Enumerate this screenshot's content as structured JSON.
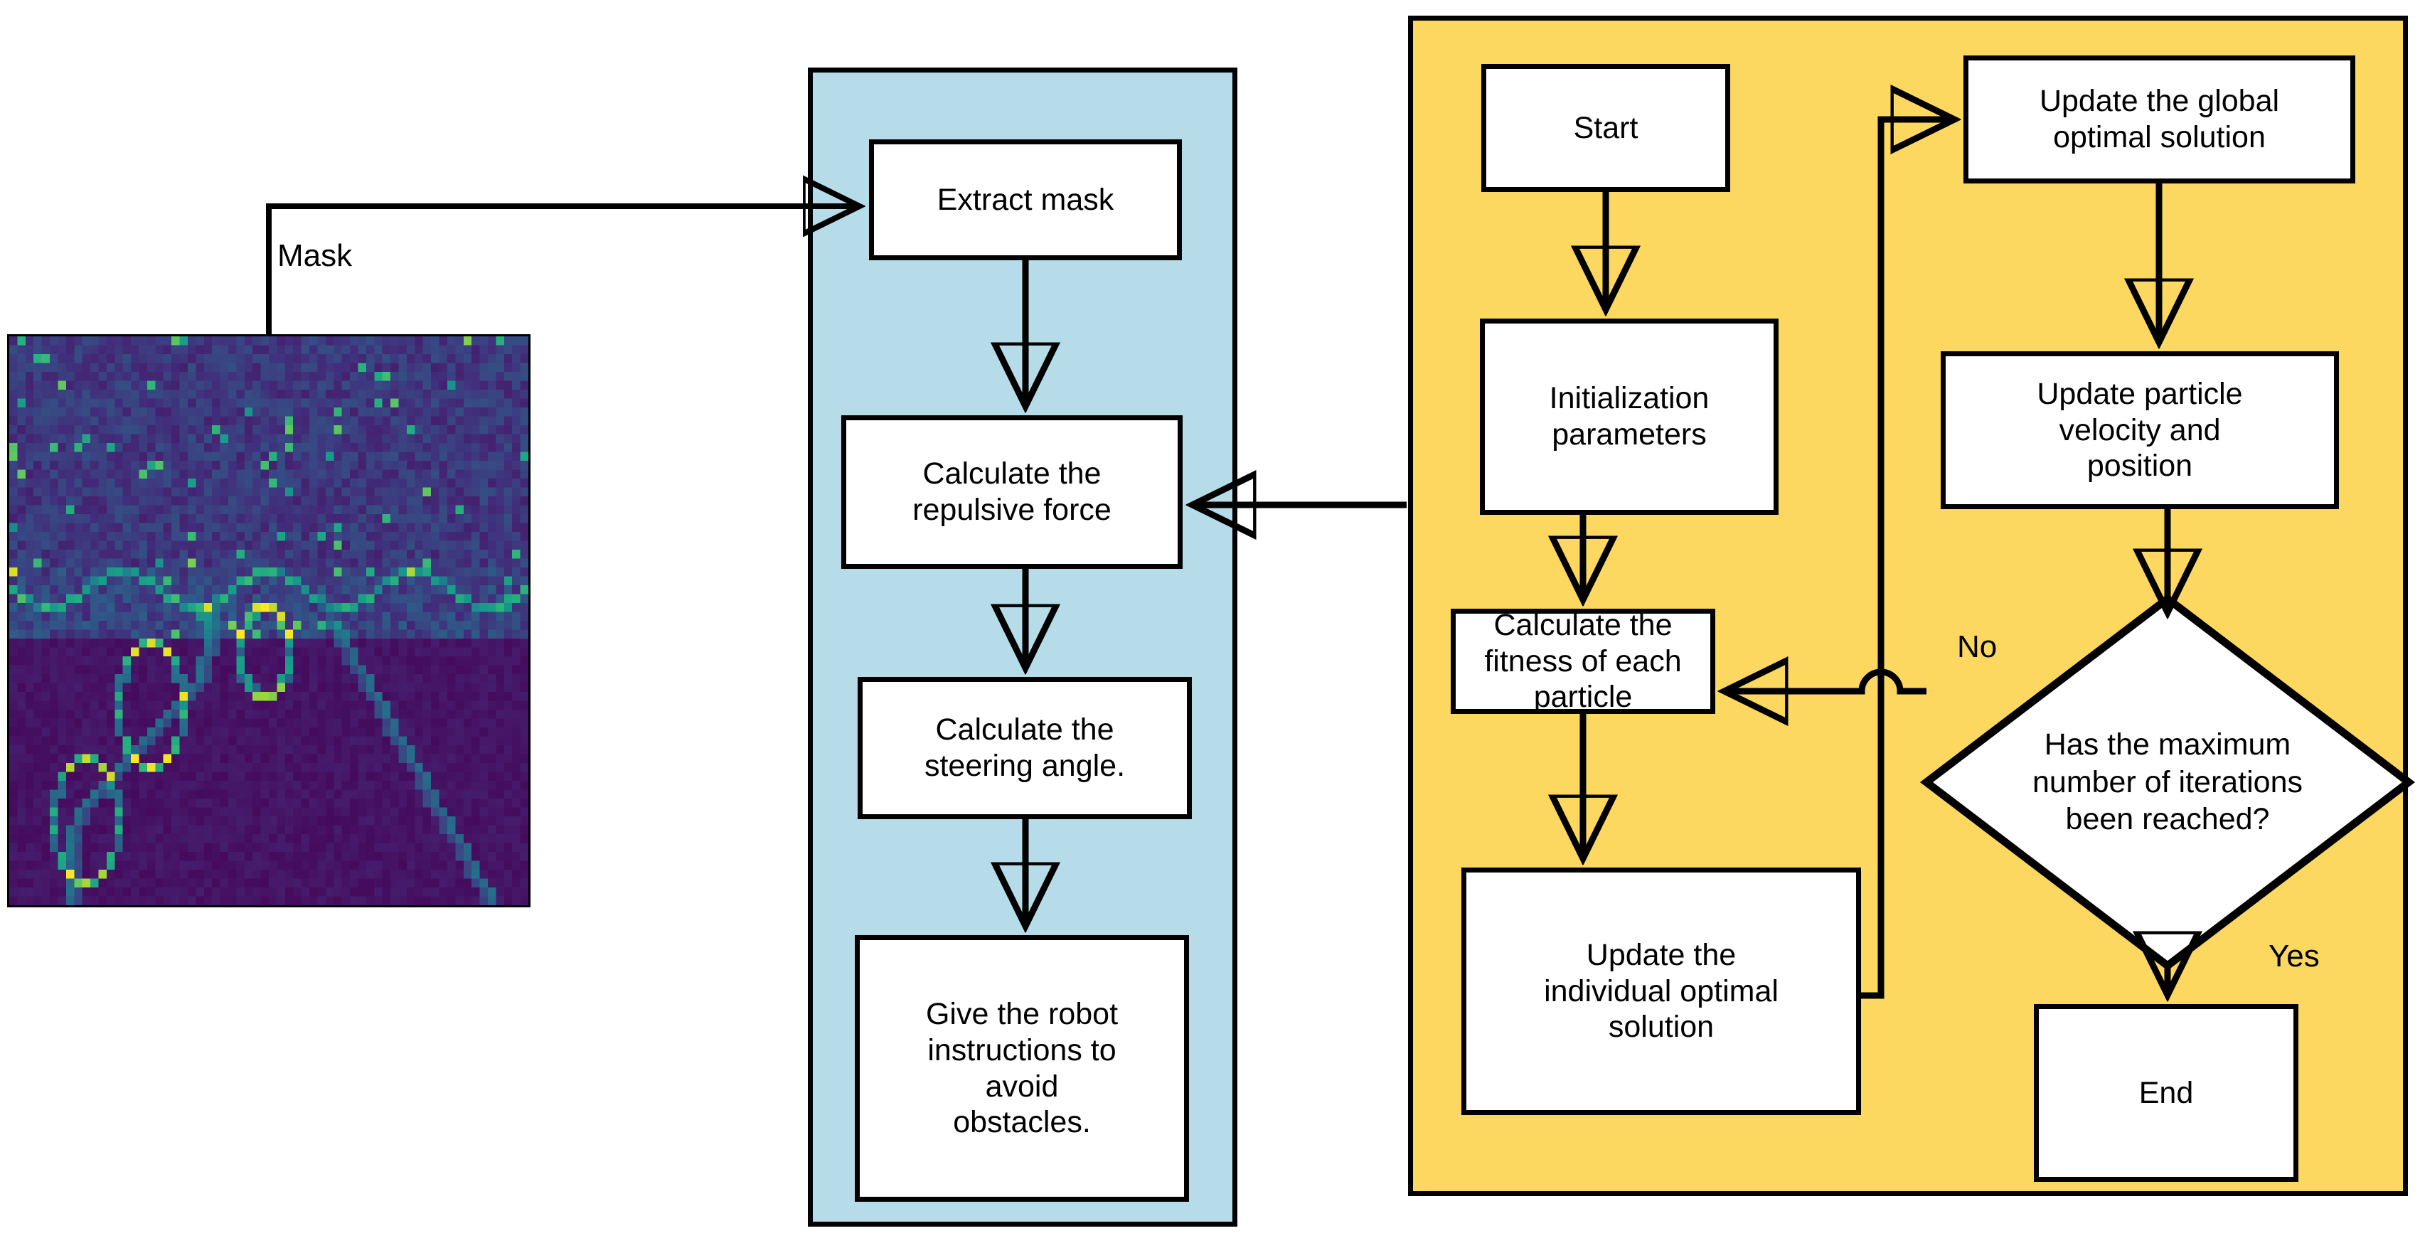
{
  "diagram": {
    "title_visible": false,
    "colors": {
      "panel_perception": "#B5DCE8",
      "panel_pso": "#FCD860",
      "node_fill": "#FFFFFF",
      "stroke": "#000000"
    },
    "mask_label": "Mask",
    "mask_image_name": "feature-mask-heatmap"
  },
  "perception_panel": {
    "nodes": [
      {
        "id": "extract-mask",
        "label": "Extract mask"
      },
      {
        "id": "repulsive-force",
        "label": "Calculate the\nrepulsive force"
      },
      {
        "id": "steering-angle",
        "label": "Calculate the\nsteering angle."
      },
      {
        "id": "robot-instructions",
        "label": "Give the robot\ninstructions to\navoid\nobstacles."
      }
    ]
  },
  "pso_panel": {
    "nodes": [
      {
        "id": "start",
        "label": "Start"
      },
      {
        "id": "init-parameters",
        "label": "Initialization\nparameters"
      },
      {
        "id": "fitness",
        "label": "Calculate the\nfitness of each\nparticle"
      },
      {
        "id": "individual-optimal",
        "label": "Update the\nindividual optimal\nsolution"
      },
      {
        "id": "global-optimal",
        "label": "Update the global\noptimal solution"
      },
      {
        "id": "velocity-position",
        "label": "Update particle\nvelocity and\nposition"
      },
      {
        "id": "end",
        "label": "End"
      }
    ],
    "decision": {
      "id": "max-iterations",
      "label": "Has the maximum\nnumber of iterations\nbeen reached?"
    },
    "branch_labels": {
      "no": "No",
      "yes": "Yes"
    }
  },
  "chart_data": {
    "type": "flowchart",
    "title": "",
    "groups": [
      {
        "name": "perception-control",
        "color": "#B5DCE8",
        "members": [
          "extract-mask",
          "repulsive-force",
          "steering-angle",
          "robot-instructions"
        ]
      },
      {
        "name": "particle-swarm-optimization",
        "color": "#FCD860",
        "members": [
          "start",
          "init-parameters",
          "fitness",
          "individual-optimal",
          "global-optimal",
          "velocity-position",
          "max-iterations",
          "end"
        ]
      }
    ],
    "edges": [
      {
        "from": "mask-image",
        "to": "extract-mask",
        "label": "Mask"
      },
      {
        "from": "extract-mask",
        "to": "repulsive-force",
        "label": ""
      },
      {
        "from": "repulsive-force",
        "to": "steering-angle",
        "label": ""
      },
      {
        "from": "steering-angle",
        "to": "robot-instructions",
        "label": ""
      },
      {
        "from": "pso-panel",
        "to": "repulsive-force",
        "label": ""
      },
      {
        "from": "start",
        "to": "init-parameters",
        "label": ""
      },
      {
        "from": "init-parameters",
        "to": "fitness",
        "label": ""
      },
      {
        "from": "fitness",
        "to": "individual-optimal",
        "label": ""
      },
      {
        "from": "individual-optimal",
        "to": "global-optimal",
        "label": ""
      },
      {
        "from": "global-optimal",
        "to": "velocity-position",
        "label": ""
      },
      {
        "from": "velocity-position",
        "to": "max-iterations",
        "label": ""
      },
      {
        "from": "max-iterations",
        "to": "fitness",
        "label": "No"
      },
      {
        "from": "max-iterations",
        "to": "end",
        "label": "Yes"
      }
    ]
  }
}
